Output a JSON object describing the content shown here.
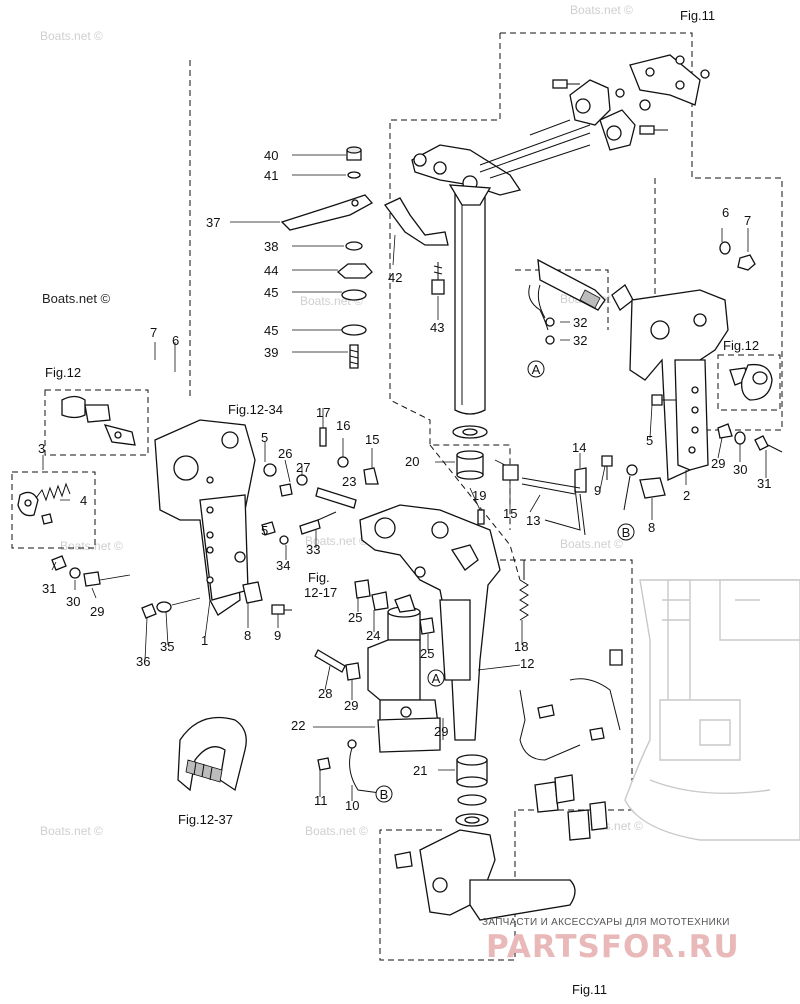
{
  "watermarks": [
    "Boats.net ©",
    "Boats.net ©",
    "Boats.net ©",
    "Boats.net ©",
    "Boats.net ©",
    "Boats.net ©",
    "Boats.net ©",
    "Boats.net ©",
    "Boats.net ©",
    "Boats.net ©",
    "Boats.net ©"
  ],
  "figure_refs": {
    "fig11_top": "Fig.11",
    "fig11_bottom": "Fig.11",
    "fig12_left": "Fig.12",
    "fig12_right": "Fig.12",
    "fig12_34": "Fig.12-34",
    "fig12_17_a": "Fig.",
    "fig12_17_b": "12-17",
    "fig12_37": "Fig.12-37"
  },
  "connectors": [
    "A",
    "A",
    "B",
    "B"
  ],
  "callouts": [
    "40",
    "41",
    "37",
    "38",
    "44",
    "45",
    "45",
    "39",
    "42",
    "43",
    "32",
    "32",
    "6",
    "7",
    "7",
    "6",
    "3",
    "4",
    "31",
    "30",
    "29",
    "17",
    "16",
    "26",
    "27",
    "5",
    "15",
    "23",
    "20",
    "14",
    "9",
    "19",
    "15",
    "13",
    "8",
    "33",
    "34",
    "8",
    "9",
    "25",
    "24",
    "25",
    "36",
    "35",
    "1",
    "18",
    "28",
    "29",
    "12",
    "22",
    "29",
    "21",
    "11",
    "10",
    "2",
    "29",
    "30",
    "31",
    "5",
    "Fig.12",
    "5"
  ],
  "brand": {
    "subtitle": "ЗАПЧАСТИ И АКСЕССУАРЫ ДЛЯ МОТОТЕХНИКИ",
    "logo": "PARTSFOR.RU"
  }
}
